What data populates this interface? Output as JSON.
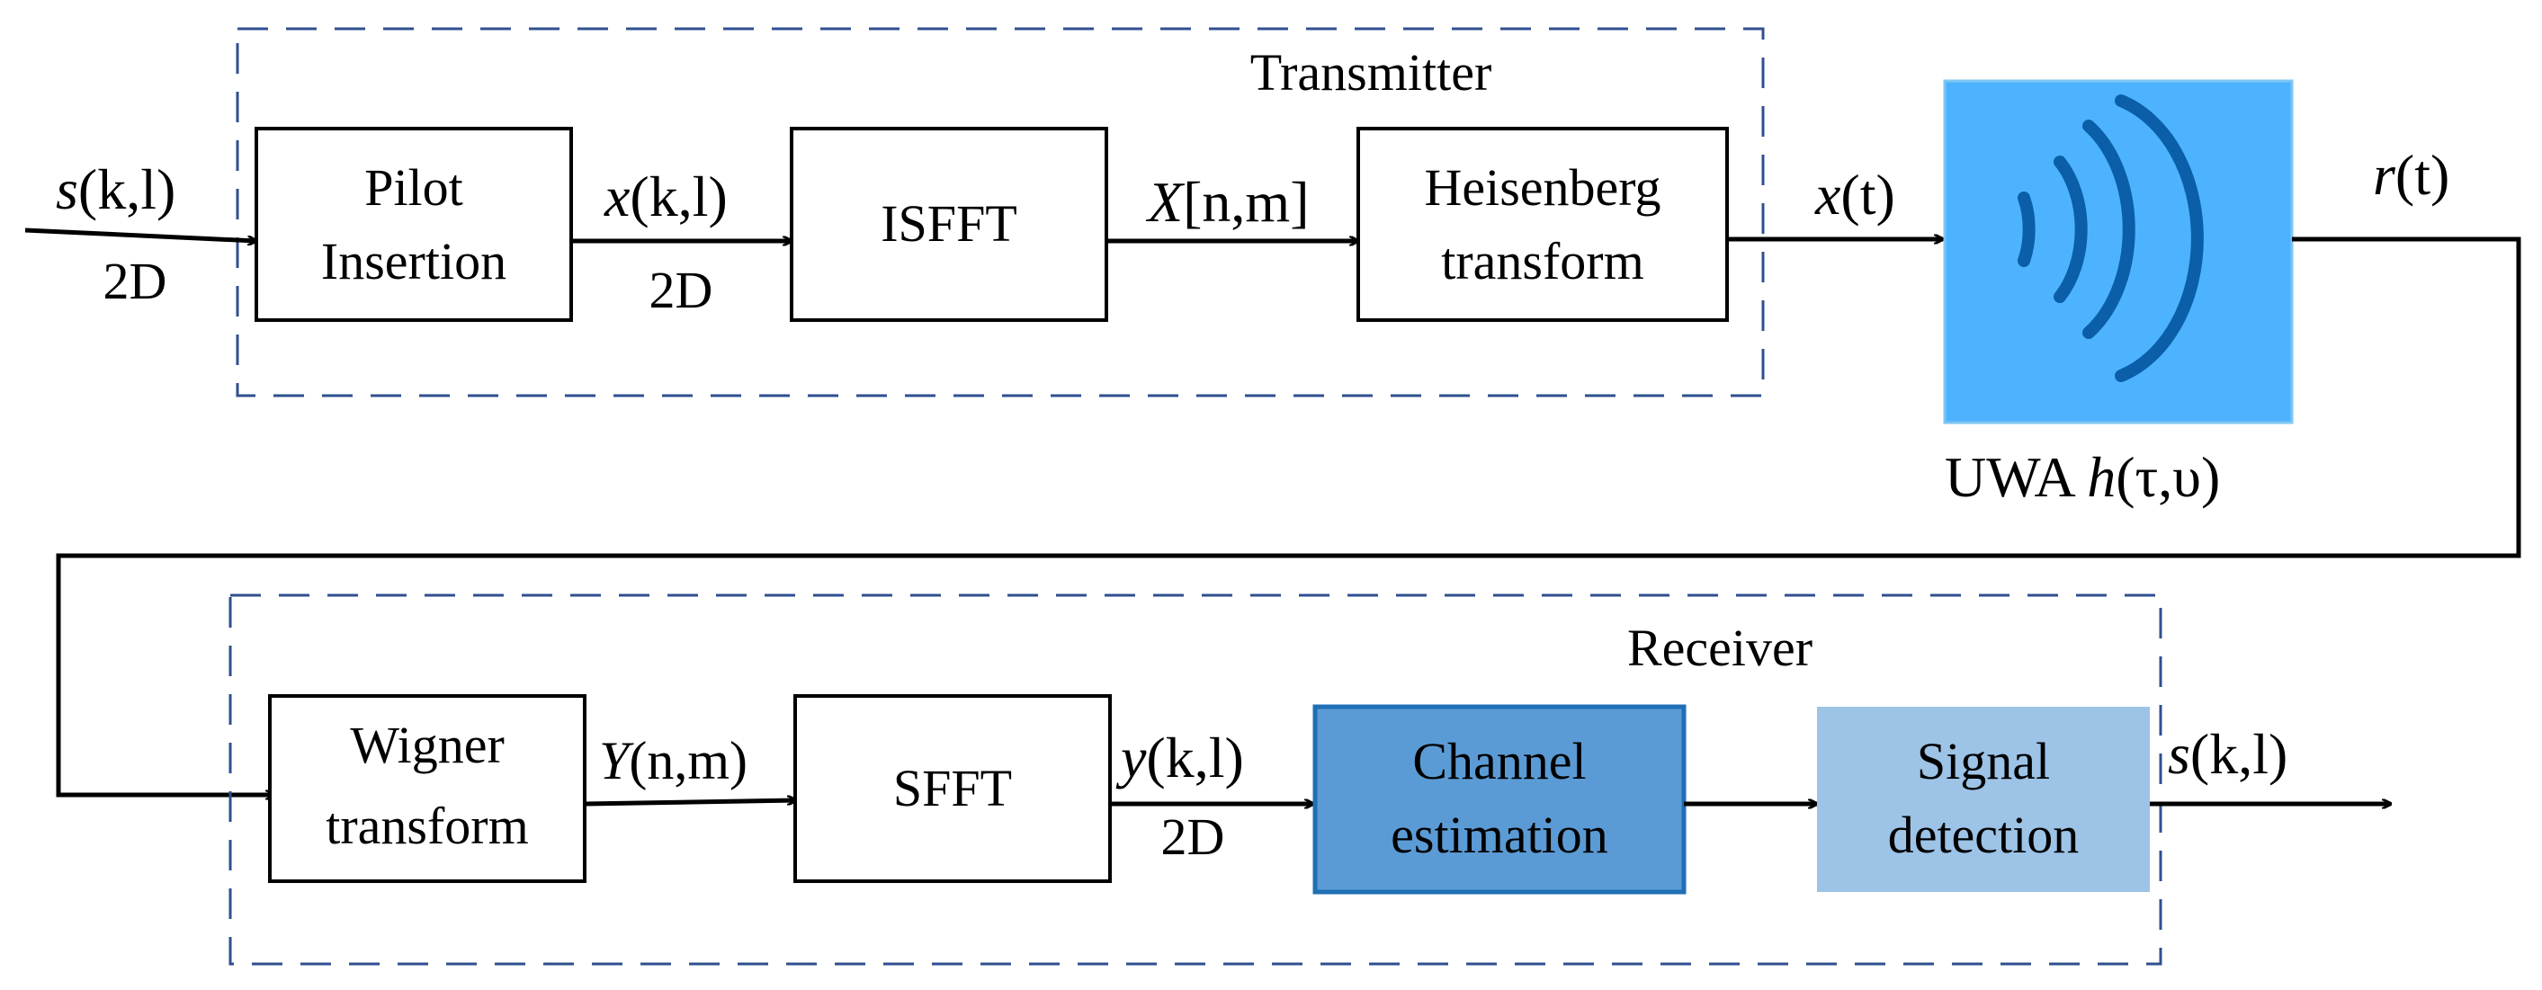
{
  "colors": {
    "frame_dash": "#2F4F8F",
    "uwa_box": "#4DB3FF",
    "uwa_waves": "#0A5FA8",
    "channel_estimation_fill": "#5B9BD5",
    "channel_estimation_border": "#1F6FB5",
    "signal_detection_fill": "#9DC3E6"
  },
  "transmitter": {
    "label": "Transmitter",
    "blocks": {
      "pilot_line1": "Pilot",
      "pilot_line2": "Insertion",
      "isfft": "ISFFT",
      "heisenberg_line1": "Heisenberg",
      "heisenberg_line2": "transform"
    },
    "signals": {
      "input_pre": "s",
      "input_args": "(k,l)",
      "input_dim": "2D",
      "pilot_out_pre": "x",
      "pilot_out_args": "(k,l)",
      "pilot_out_dim": "2D",
      "isfft_out_pre": "X",
      "isfft_out_args": "[n,m]",
      "tx_out_pre": "x",
      "tx_out_args": "(t)"
    }
  },
  "channel": {
    "icon": "signal-waves-icon",
    "label_prefix": "UWA",
    "label_pre": "h",
    "label_args": "(τ,υ)",
    "output_pre": "r",
    "output_args": "(t)"
  },
  "receiver": {
    "label": "Receiver",
    "blocks": {
      "wigner_line1": "Wigner",
      "wigner_line2": "transform",
      "sfft": "SFFT",
      "channel_line1": "Channel",
      "channel_line2": "estimation",
      "detection_line1": "Signal",
      "detection_line2": "detection"
    },
    "signals": {
      "wigner_out_pre": "Y",
      "wigner_out_args": "(n,m)",
      "sfft_out_pre": "y",
      "sfft_out_args": "(k,l)",
      "sfft_out_dim": "2D",
      "output_pre": "s",
      "output_args": "(k,l)"
    }
  }
}
